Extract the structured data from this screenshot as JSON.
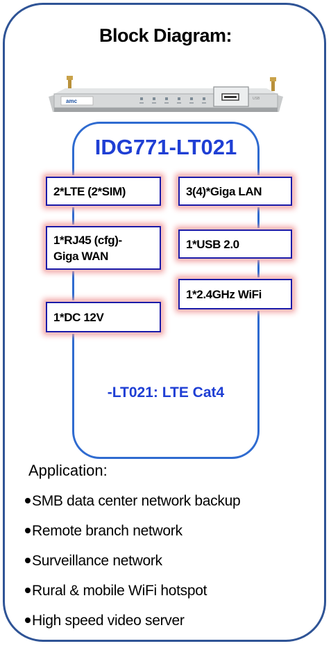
{
  "title": "Block Diagram:",
  "device": {
    "brand": "amc"
  },
  "model": "IDG771-LT021",
  "interfaces": [
    "2*LTE (2*SIM)",
    "3(4)*Giga LAN",
    "1*RJ45 (cfg)-\nGiga WAN",
    "1*USB 2.0",
    "1*2.4GHz WiFi",
    "1*DC 12V"
  ],
  "note": "-LT021: LTE Cat4",
  "application": {
    "title": "Application:",
    "items": [
      "SMB data center network backup",
      "Remote branch network",
      "Surveillance network",
      "Rural & mobile WiFi hotspot",
      "High speed video server"
    ]
  },
  "colors": {
    "outer_border": "#2f5496",
    "inner_border": "#2f6bd0",
    "model_text": "#1f3fd4",
    "box_border": "#1a1aa8",
    "box_glow": "#f2a0a0"
  }
}
